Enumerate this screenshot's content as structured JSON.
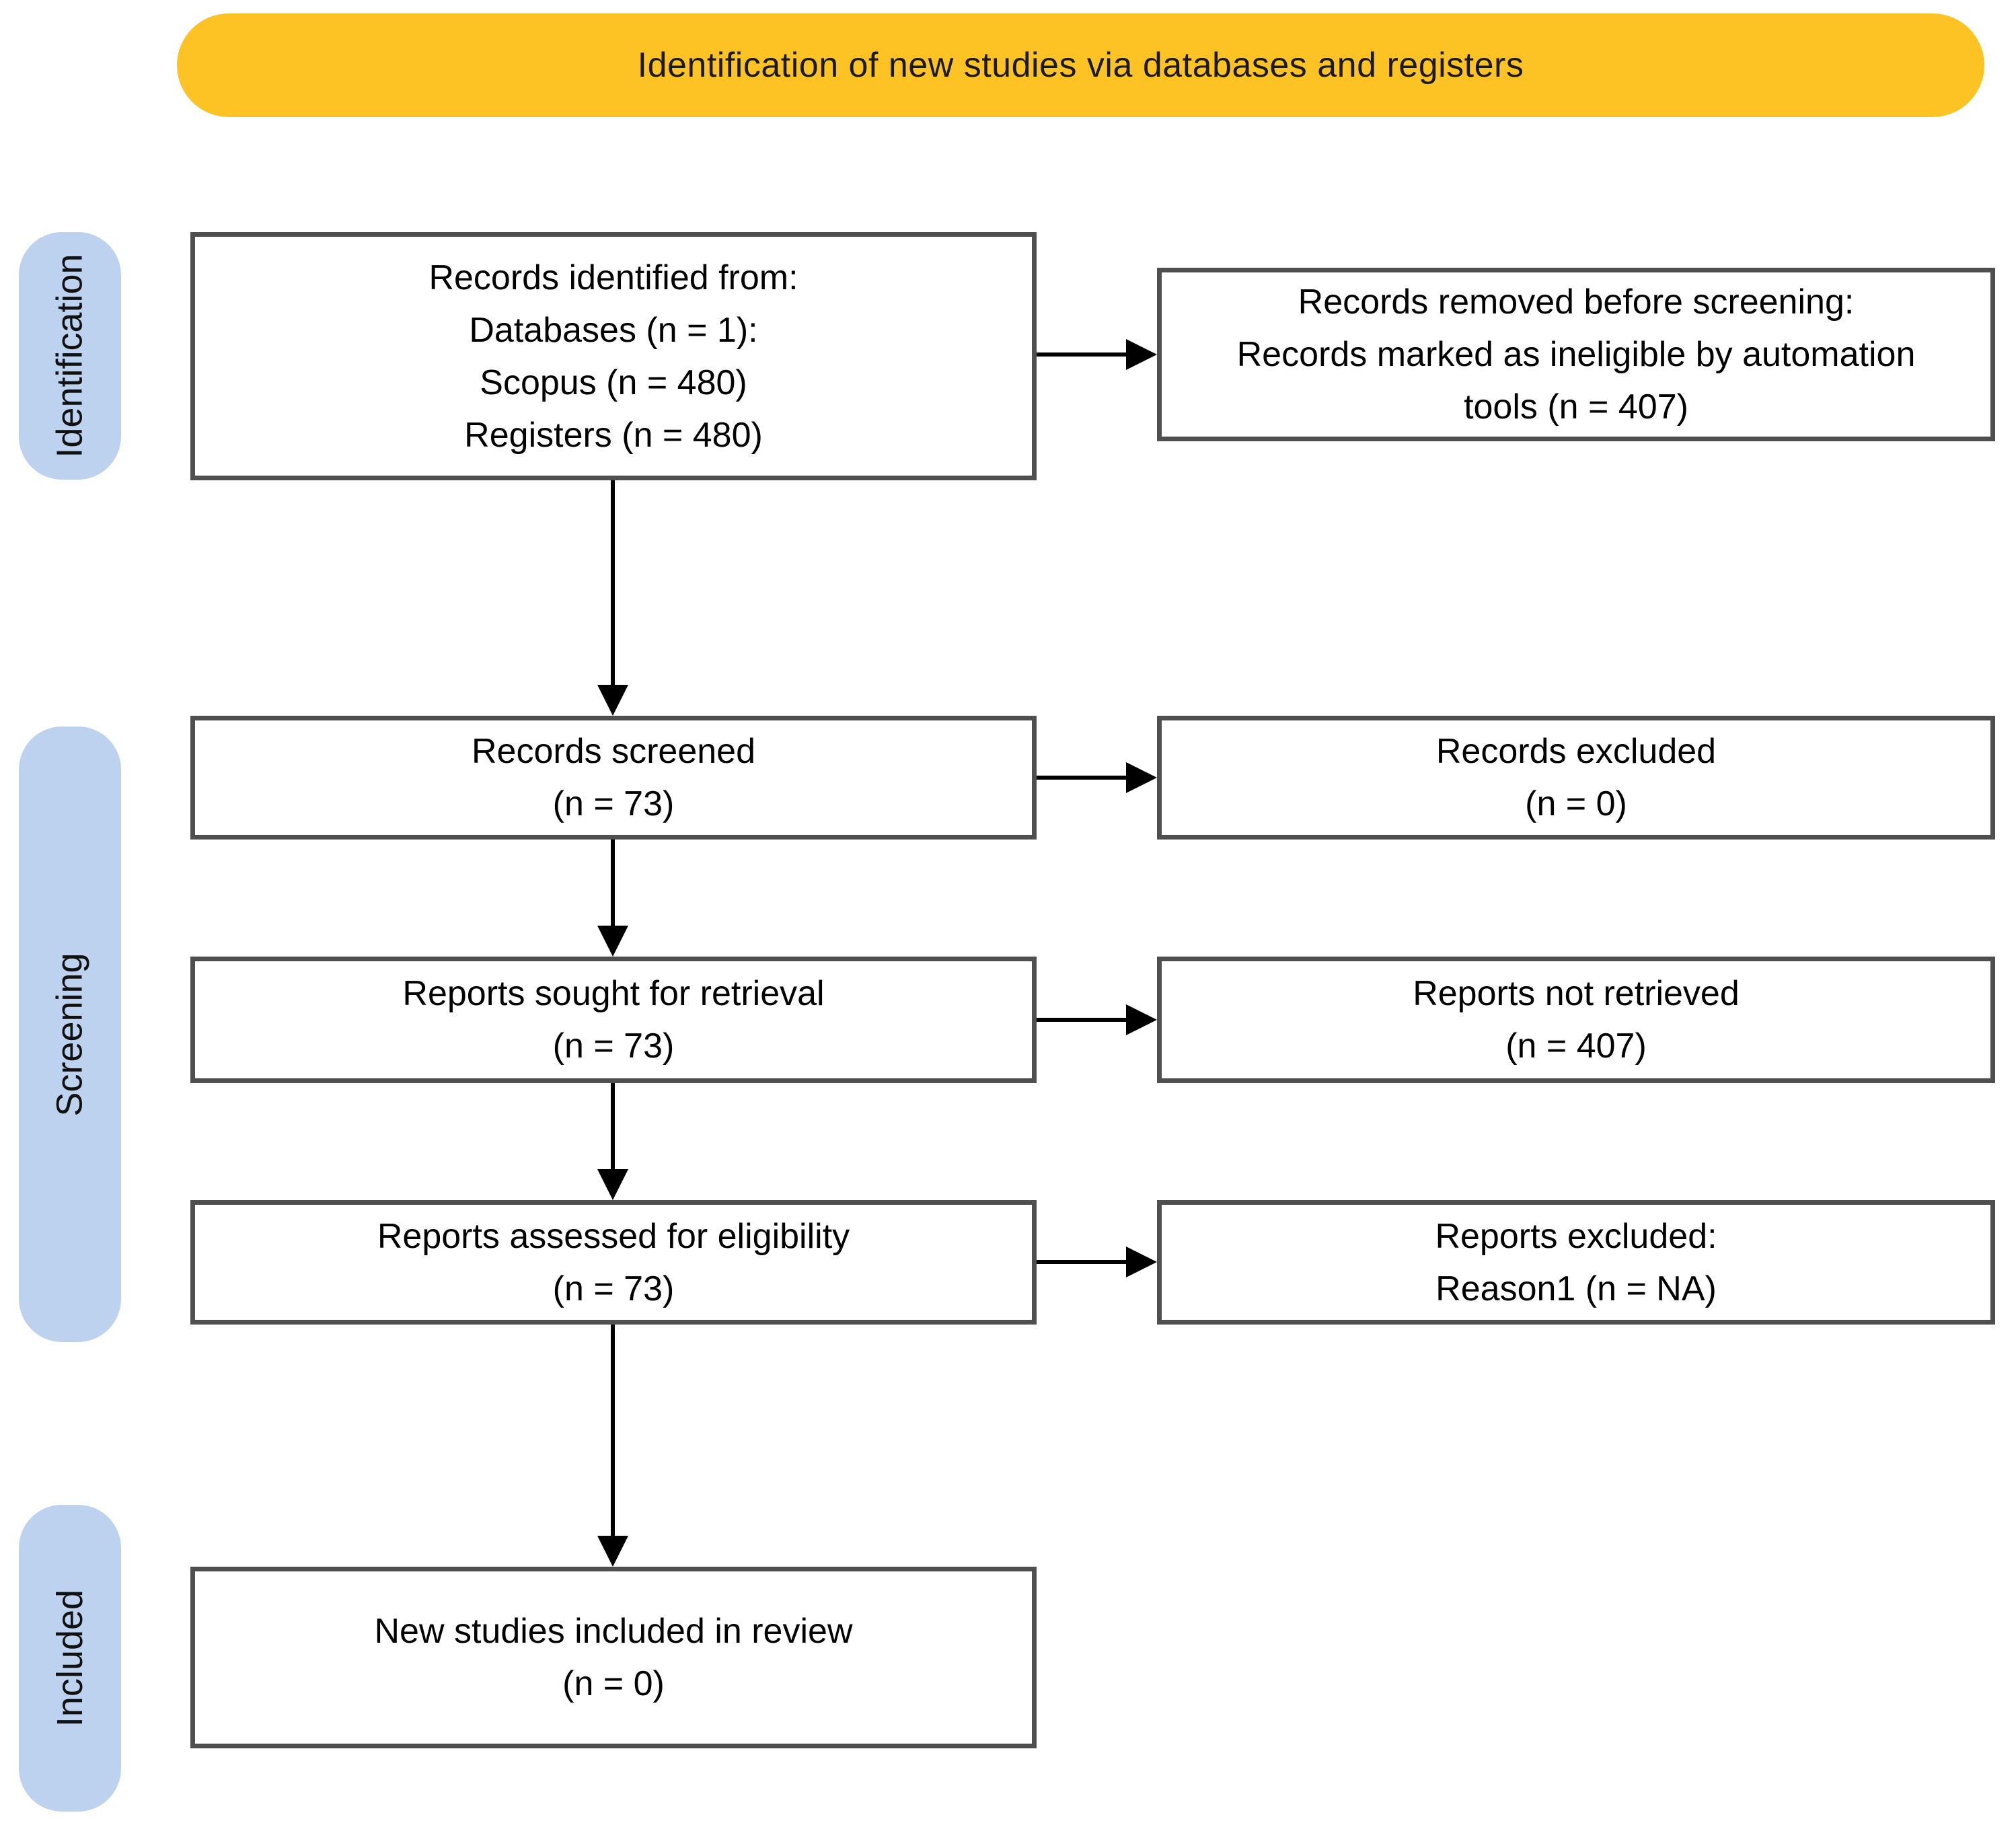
{
  "banner": {
    "text": "Identification of new studies via databases and registers"
  },
  "stages": {
    "identification": "Identification",
    "screening": "Screening",
    "included": "Included"
  },
  "boxes": {
    "records_identified": {
      "lines": [
        "Records identified from:",
        "Databases (n = 1):",
        "Scopus (n = 480)",
        "Registers (n = 480)"
      ]
    },
    "records_removed": {
      "lines": [
        "Records removed before screening:",
        "Records marked as ineligible by automation",
        "tools (n = 407)"
      ]
    },
    "records_screened": {
      "lines": [
        "Records screened",
        "(n = 73)"
      ]
    },
    "records_excluded": {
      "lines": [
        "Records excluded",
        "(n = 0)"
      ]
    },
    "reports_sought": {
      "lines": [
        "Reports sought for retrieval",
        "(n = 73)"
      ]
    },
    "reports_not_retrieved": {
      "lines": [
        "Reports not retrieved",
        "(n = 407)"
      ]
    },
    "reports_assessed": {
      "lines": [
        "Reports assessed for eligibility",
        "(n = 73)"
      ]
    },
    "reports_excluded": {
      "lines": [
        "Reports excluded:",
        "Reason1 (n = NA)"
      ]
    },
    "new_studies": {
      "lines": [
        "New studies included in review",
        "(n = 0)"
      ]
    }
  },
  "colors": {
    "banner_bg": "#FDC224",
    "stage_bg": "#BDD2EE",
    "box_border": "#4F4F4F",
    "arrow": "#000000",
    "text": "#000000"
  }
}
